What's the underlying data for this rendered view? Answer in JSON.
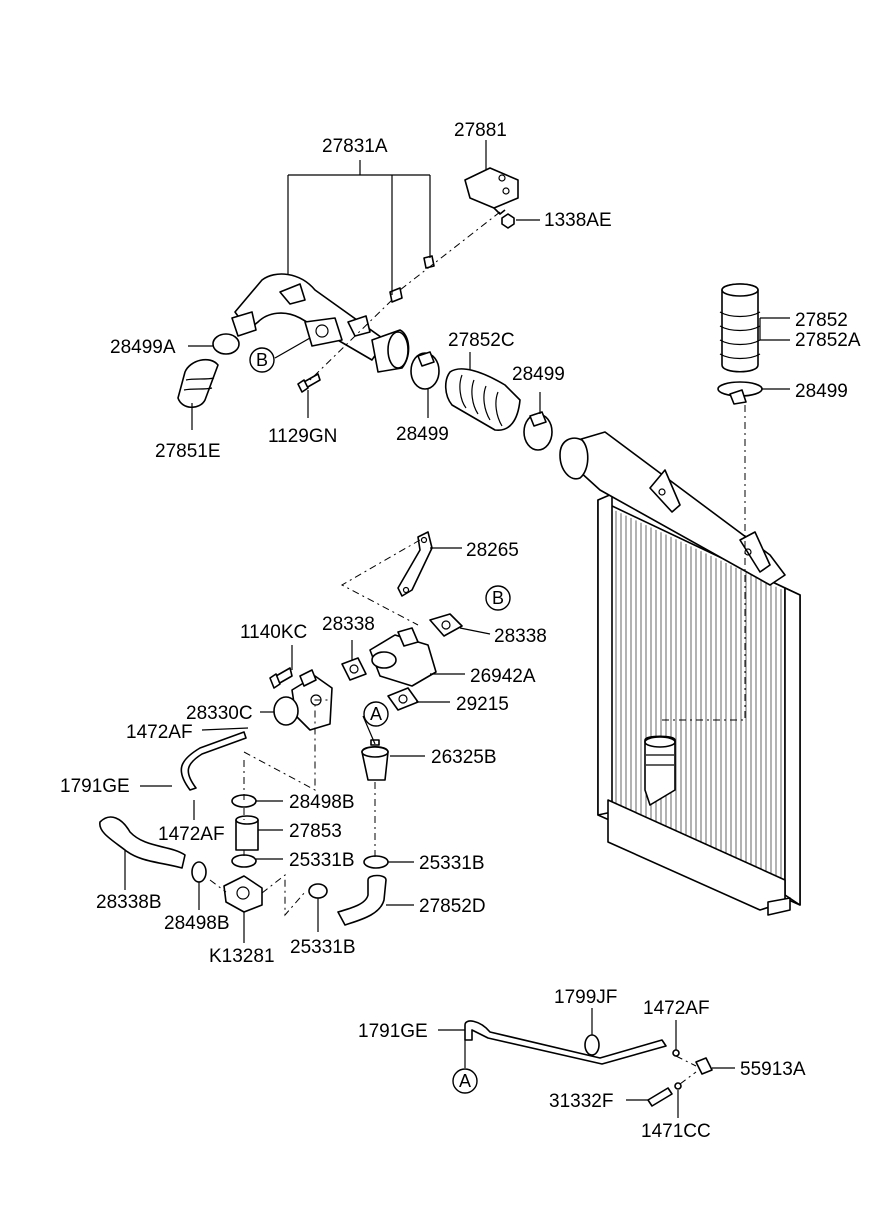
{
  "diagram": {
    "labels": {
      "l27831A": "27831A",
      "l27881": "27881",
      "l1338AE": "1338AE",
      "l28499A": "28499A",
      "l27851E": "27851E",
      "l1129GN": "1129GN",
      "l28499a": "28499",
      "l27852C": "27852C",
      "l28499b": "28499",
      "l27852": "27852",
      "l27852A": "27852A",
      "l28499c": "28499",
      "l28265": "28265",
      "l28338a": "28338",
      "l28338b": "28338",
      "l1140KC": "1140KC",
      "l26942A": "26942A",
      "l29215": "29215",
      "l28330C": "28330C",
      "l1472AFa": "1472AF",
      "l26325B": "26325B",
      "l1791GEa": "1791GE",
      "l28498Ba": "28498B",
      "l1472AFb": "1472AF",
      "l27853": "27853",
      "l25331Ba": "25331B",
      "l25331Bb": "25331B",
      "l28338B": "28338B",
      "l28498Bb": "28498B",
      "l27852D": "27852D",
      "lK13281": "K13281",
      "l25331Bc": "25331B",
      "l1799JF": "1799JF",
      "l1472AFc": "1472AF",
      "l1791GEb": "1791GE",
      "l55913A": "55913A",
      "l31332F": "31332F",
      "l1471CC": "1471CC"
    },
    "callouts": {
      "B1": "B",
      "B2": "B",
      "A1": "A",
      "A2": "A"
    }
  }
}
